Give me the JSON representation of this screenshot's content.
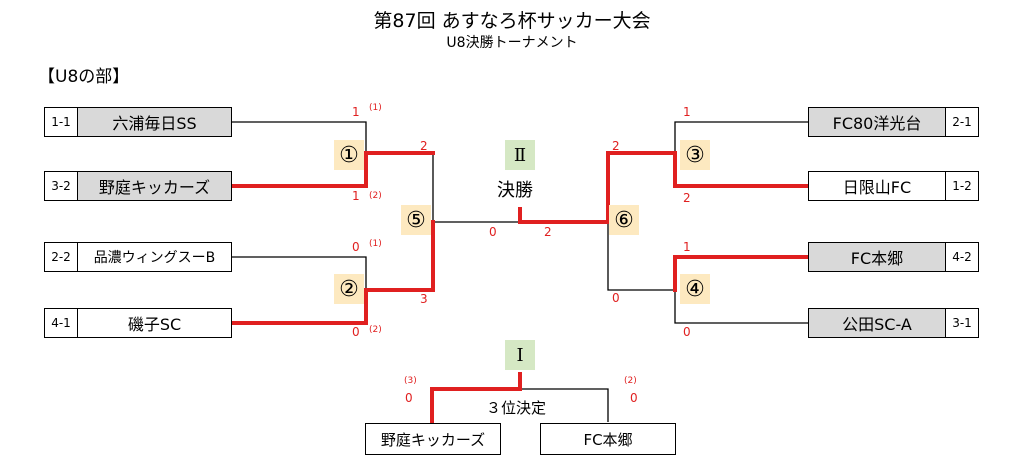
{
  "header": {
    "title": "第87回 あすなろ杯サッカー大会",
    "subtitle": "U8決勝トーナメント",
    "section": "【U8の部】"
  },
  "left_teams": [
    {
      "seed": "1-1",
      "name": "六浦毎日SS"
    },
    {
      "seed": "3-2",
      "name": "野庭キッカーズ"
    },
    {
      "seed": "2-2",
      "name": "品濃ウィングスーB"
    },
    {
      "seed": "4-1",
      "name": "磯子SC"
    }
  ],
  "right_teams": [
    {
      "seed": "2-1",
      "name": "FC80洋光台"
    },
    {
      "seed": "1-2",
      "name": "日限山FC"
    },
    {
      "seed": "4-2",
      "name": "FC本郷"
    },
    {
      "seed": "3-1",
      "name": "公田SC-A"
    }
  ],
  "matches": {
    "m1": "①",
    "m2": "②",
    "m3": "③",
    "m4": "④",
    "m5": "⑤",
    "m6": "⑥"
  },
  "final": {
    "mark": "Ⅱ",
    "label": "決勝"
  },
  "third": {
    "mark": "Ⅰ",
    "label": "３位決定",
    "team_left": "野庭キッカーズ",
    "team_right": "FC本郷"
  },
  "scores": {
    "m1_top": "1",
    "m1_top_pk": "(1)",
    "m1_bot": "1",
    "m1_bot_pk": "(2)",
    "m2_top": "0",
    "m2_top_pk": "(1)",
    "m2_bot": "0",
    "m2_bot_pk": "(2)",
    "m5_top": "2",
    "m5_bot": "3",
    "m3_top": "1",
    "m3_bot": "2",
    "m4_top": "1",
    "m4_bot": "0",
    "m6_top": "2",
    "m6_bot": "0",
    "final_left": "0",
    "final_right": "2",
    "third_left_pk": "(3)",
    "third_left": "0",
    "third_right_pk": "(2)",
    "third_right": "0"
  },
  "colors": {
    "winner_line": "#e02020",
    "grey_box": "#d9d9d9",
    "match_badge": "#fde9c0",
    "round_badge": "#d5e8c4"
  }
}
